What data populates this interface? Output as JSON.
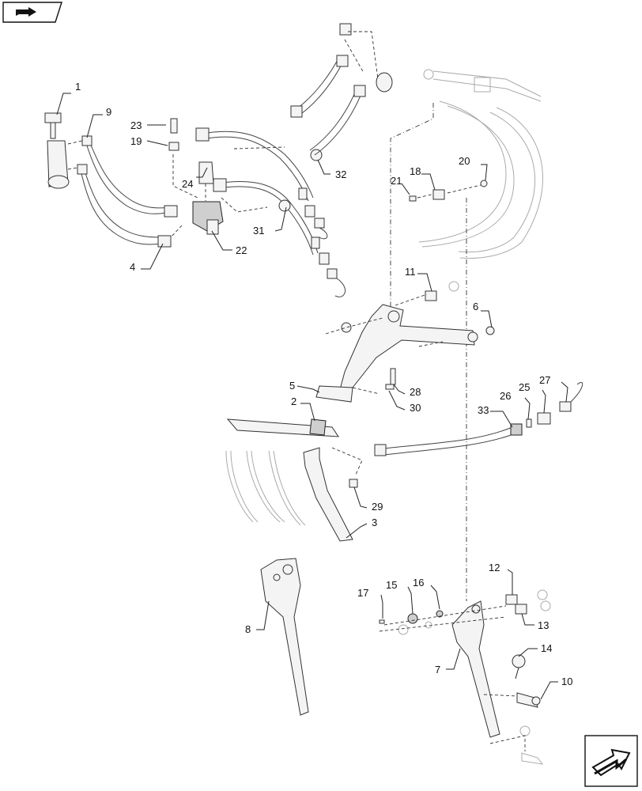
{
  "labels": {
    "p1": "1",
    "p2": "2",
    "p3": "3",
    "p4": "4",
    "p5": "5",
    "p6": "6",
    "p7": "7",
    "p8": "8",
    "p9": "9",
    "p10": "10",
    "p11": "11",
    "p12": "12",
    "p13": "13",
    "p14": "14",
    "p15": "15",
    "p16": "16",
    "p17": "17",
    "p18": "18",
    "p19": "19",
    "p20": "20",
    "p21": "21",
    "p22": "22",
    "p23": "23",
    "p24": "24",
    "p25": "25",
    "p26": "26",
    "p27": "27",
    "p28": "28",
    "p29": "29",
    "p30": "30",
    "p31": "31",
    "p32": "32",
    "p33": "33"
  },
  "icons": {
    "top_left": "navigation-arrow-icon",
    "bottom_right": "next-page-arrow-icon"
  }
}
